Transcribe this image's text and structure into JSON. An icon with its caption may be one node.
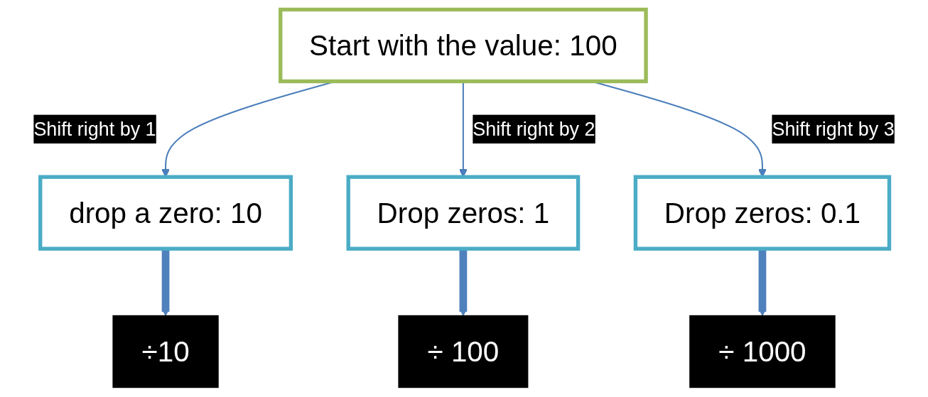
{
  "diagram": {
    "nodes": [
      {
        "text": [
          "Start with the value: 100"
        ]
      },
      {
        "text": [
          "drop a zero: 10"
        ]
      },
      {
        "text": [
          "Drop zeros: 1"
        ]
      },
      {
        "text": [
          "Drop zeros: 0.1"
        ]
      },
      {
        "text": [
          "÷10"
        ]
      },
      {
        "text": [
          "÷ 100"
        ]
      },
      {
        "text": [
          "÷ 1000"
        ]
      }
    ],
    "edges": [
      {
        "from": 0,
        "to": 1,
        "arrow": "to",
        "label": "Shift right by 1"
      },
      {
        "from": 0,
        "to": 2,
        "arrow": "to",
        "label": "Shift right by 2"
      },
      {
        "from": 0,
        "to": 3,
        "arrow": "to",
        "label": "Shift right by 3"
      },
      {
        "from": 1,
        "to": 4,
        "arrow": "to",
        "style": "thick",
        "color": "#4f81bd"
      },
      {
        "from": 2,
        "to": 5,
        "arrow": "to",
        "style": "thick",
        "color": "#4f81bd"
      },
      {
        "from": 3,
        "to": 6,
        "arrow": "to",
        "style": "thick",
        "color": "#4f81bd"
      }
    ]
  }
}
